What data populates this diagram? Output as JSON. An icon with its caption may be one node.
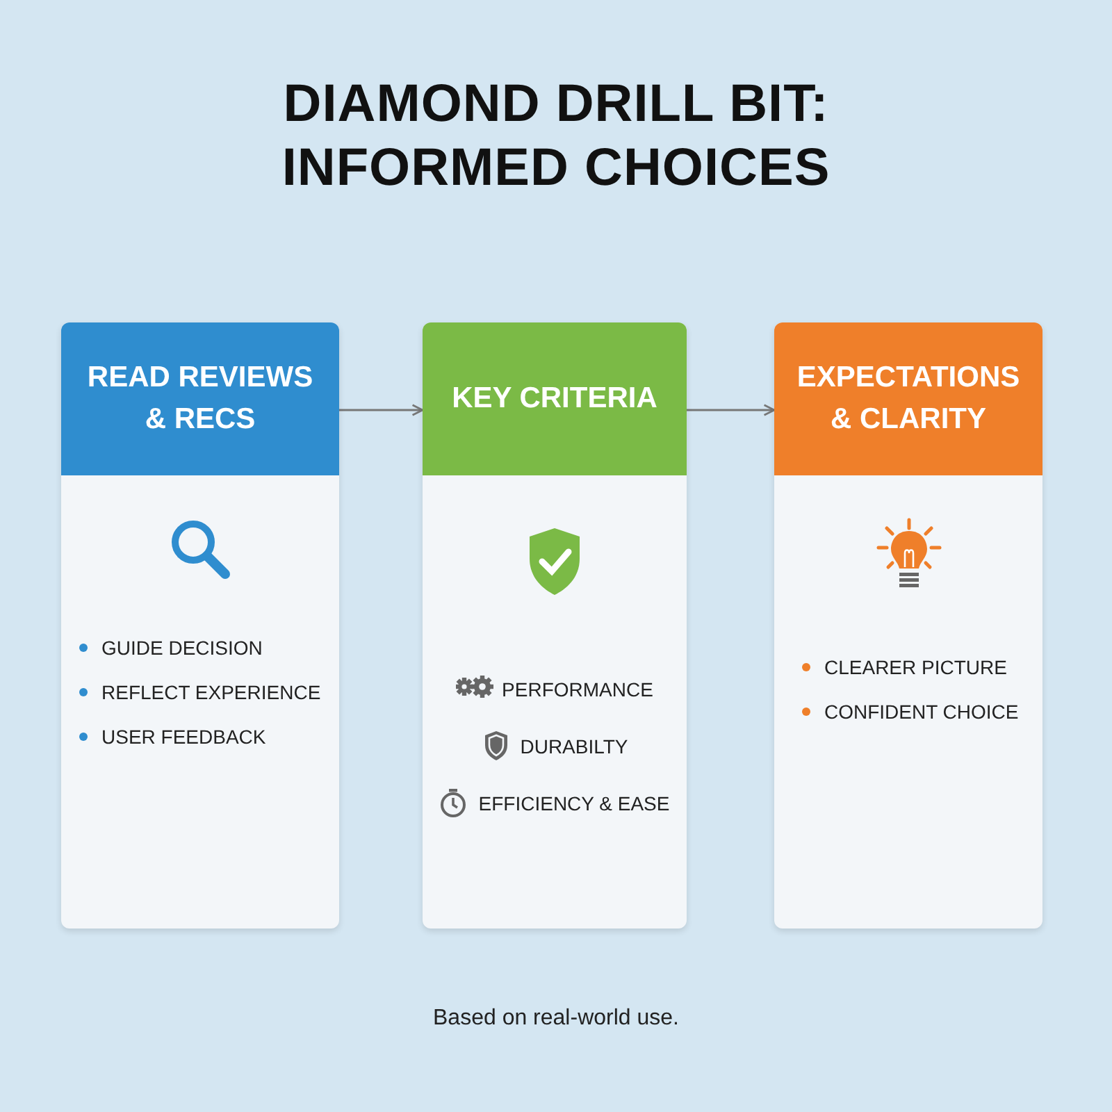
{
  "diagram": {
    "title": "DIAMOND DRILL BIT: INFORMED CHOICES",
    "nodes": [
      {
        "text": [
          "READ REVIEWS & RECS",
          "GUIDE DECISION",
          "REFLECT EXPERIENCE",
          "USER FEEDBACK"
        ]
      },
      {
        "text": [
          "KEY CRITERIA",
          "PERFORMANCE",
          "DURABILTY",
          "EFFICIENCY & EASE"
        ]
      },
      {
        "text": [
          "EXPECTATIONS & CLARITY",
          "CLEARER PICTURE",
          "CONFIDENT CHOICE"
        ]
      }
    ],
    "edges": [
      {
        "from": 0,
        "to": 1,
        "arrow": "to"
      },
      {
        "from": 1,
        "to": 2,
        "arrow": "to"
      }
    ],
    "caption": "Based on real-world use."
  }
}
